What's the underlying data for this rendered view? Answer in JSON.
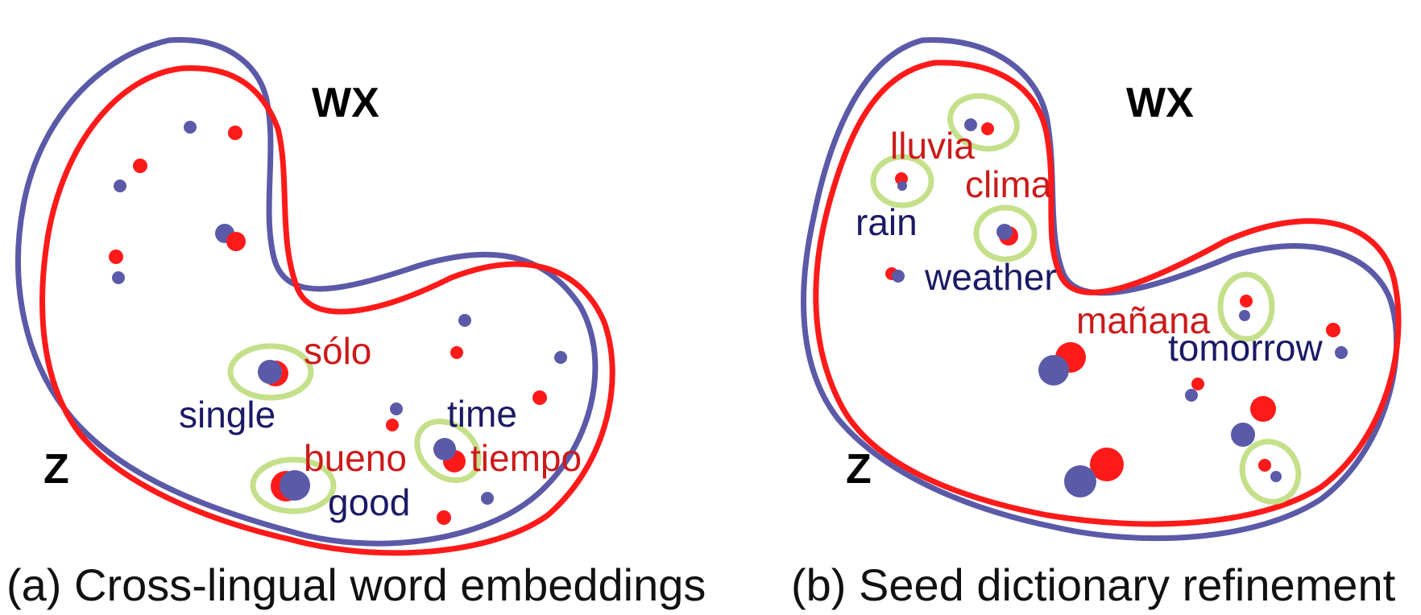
{
  "colors": {
    "source_space": "#ff1a1a",
    "target_space": "#5a5aa8",
    "source_word": "#cc1a1a",
    "target_word": "#1a1a66",
    "highlight_ring": "#c5e08a"
  },
  "panel_a": {
    "space_label_top": "WX",
    "space_label_bottom": "Z",
    "caption": "(a) Cross-lingual word embeddings",
    "words": [
      {
        "es": "sólo",
        "en": "single"
      },
      {
        "es": "bueno",
        "en": "good"
      },
      {
        "es": "tiempo",
        "en": "time"
      }
    ]
  },
  "panel_b": {
    "space_label_top": "WX",
    "space_label_bottom": "Z",
    "caption": "(b) Seed dictionary refinement",
    "words": [
      {
        "es": "lluvia",
        "en": "rain"
      },
      {
        "es": "clima",
        "en": "weather"
      },
      {
        "es": "mañana",
        "en": "tomorrow"
      }
    ]
  }
}
